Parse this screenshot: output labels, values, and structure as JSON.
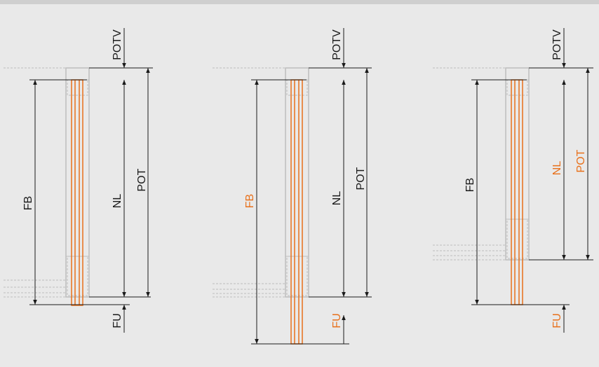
{
  "colors": {
    "background": "#e9e9e9",
    "frame_gray": "#bdbdbd",
    "glass_orange": "#e8701a",
    "dim_line": "#1a1a1a",
    "dashed": "#bdbdbd"
  },
  "panels": [
    {
      "labels": {
        "potv": "POTV",
        "fb": "FB",
        "nl": "NL",
        "pot": "POT",
        "fu": "FU"
      },
      "highlight": []
    },
    {
      "labels": {
        "potv": "POTV",
        "fb": "FB",
        "nl": "NL",
        "pot": "POT",
        "fu": "FU"
      },
      "highlight": [
        "fb",
        "fu"
      ]
    },
    {
      "labels": {
        "potv": "POTV",
        "fb": "FB",
        "nl": "NL",
        "pot": "POT",
        "fu": "FU"
      },
      "highlight": [
        "nl",
        "pot",
        "fu"
      ]
    }
  ]
}
